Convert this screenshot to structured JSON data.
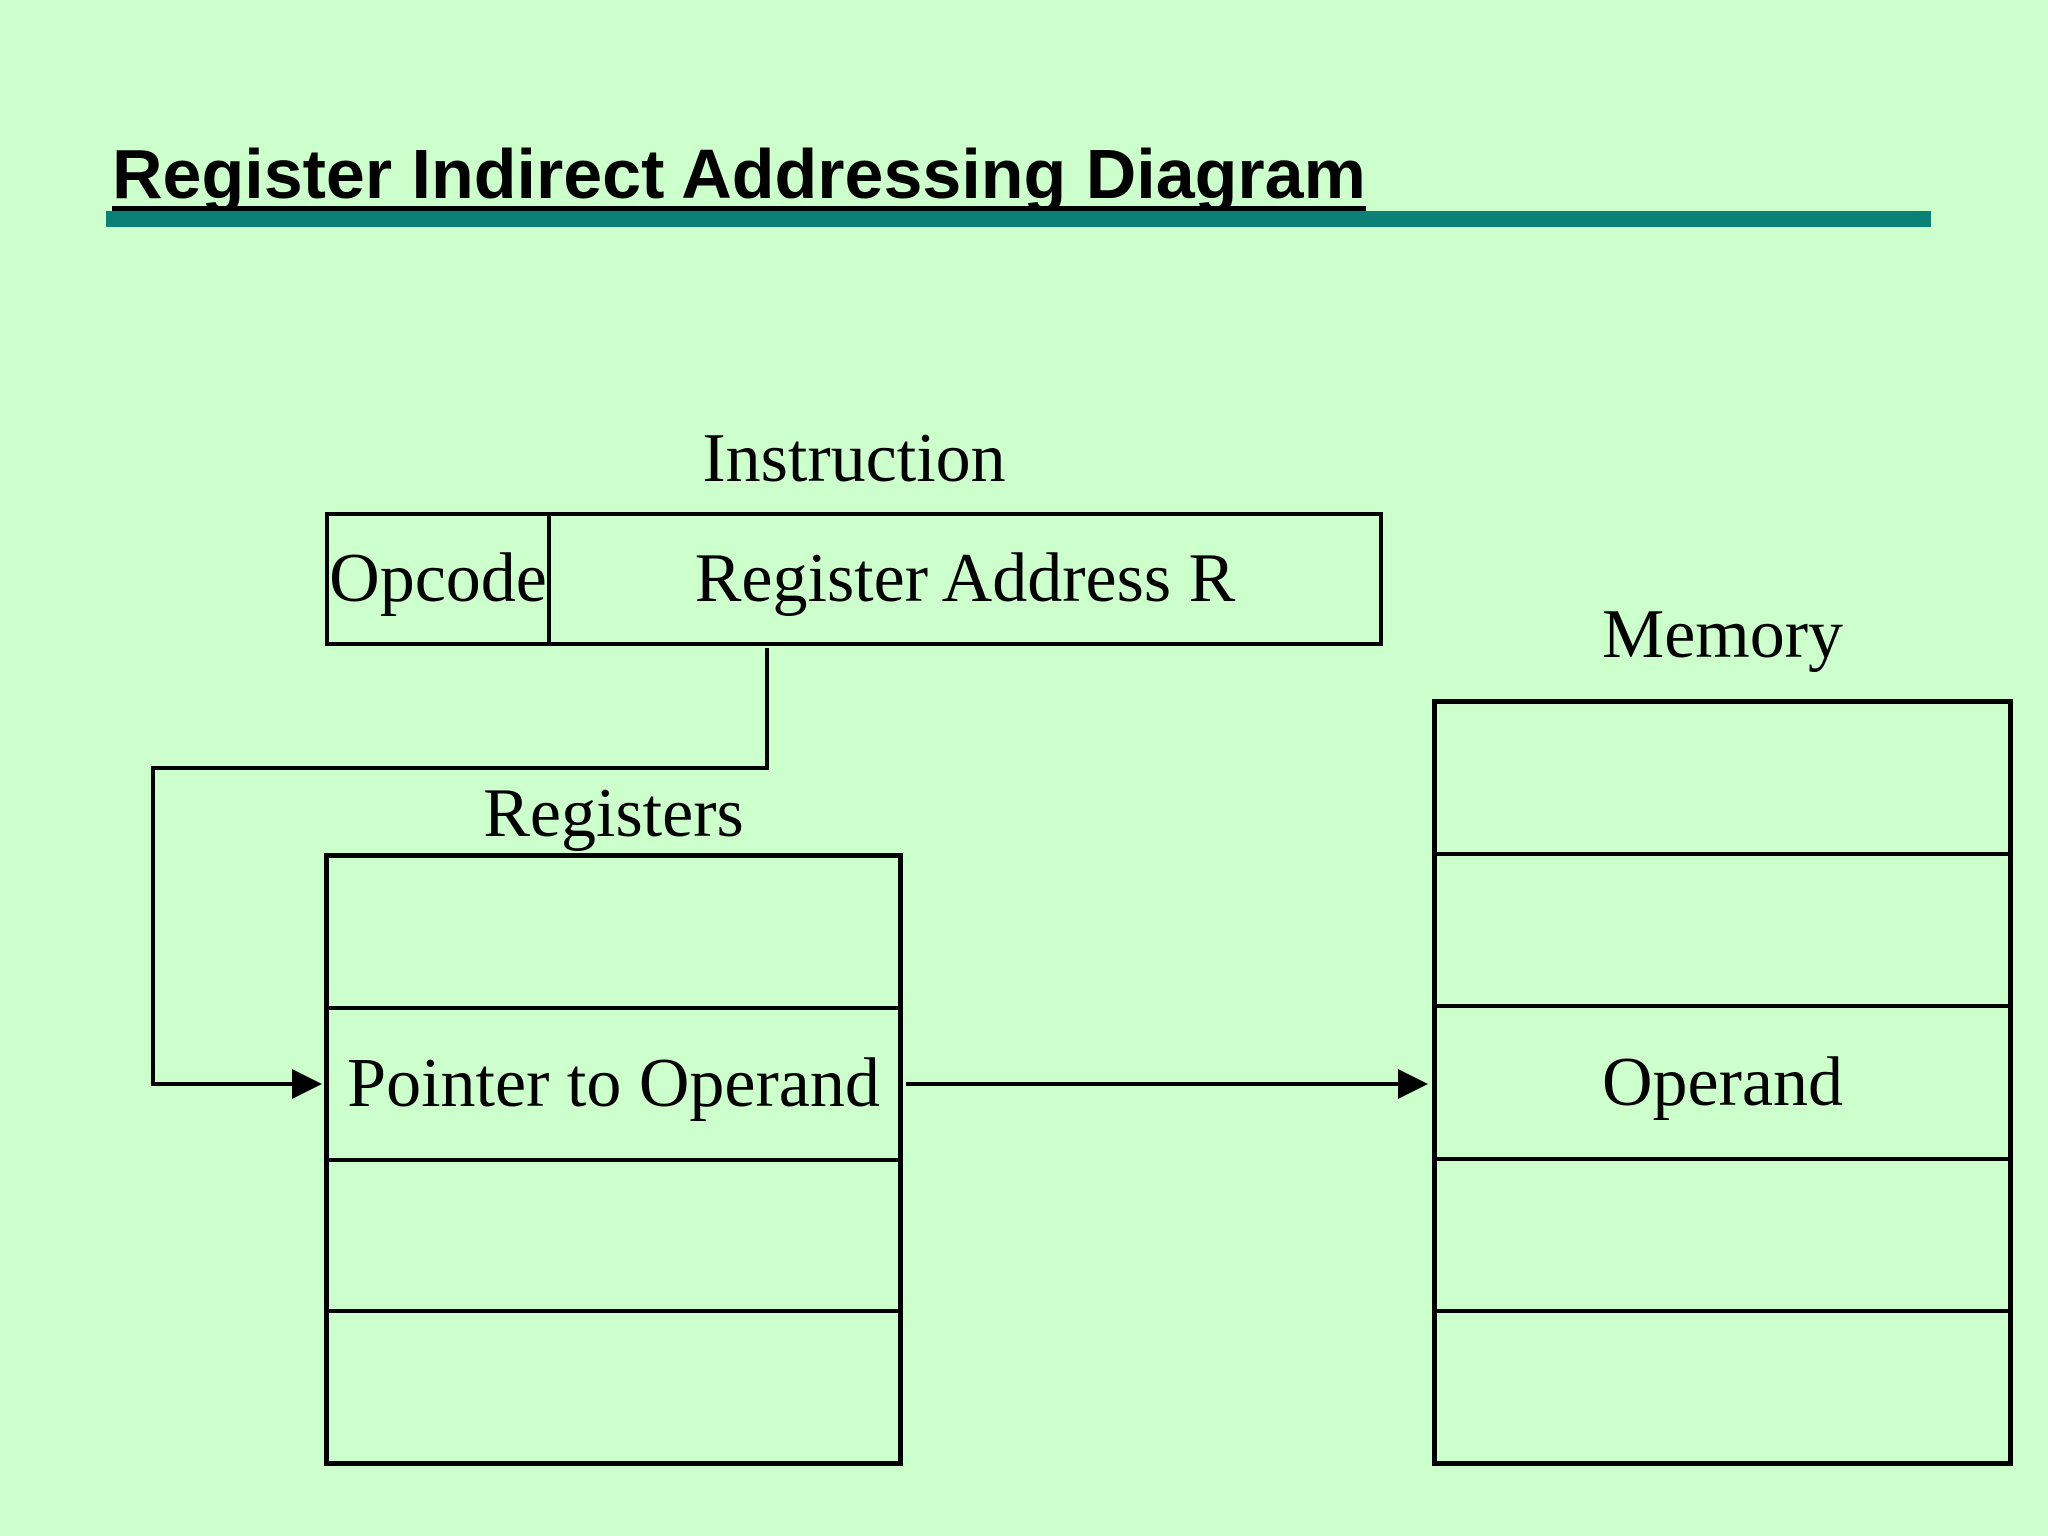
{
  "slide": {
    "title": "Register Indirect Addressing Diagram"
  },
  "diagram": {
    "instruction": {
      "label": "Instruction",
      "opcode": "Opcode",
      "register_address": "Register Address R"
    },
    "registers": {
      "label": "Registers",
      "rows": [
        {
          "label": ""
        },
        {
          "label": "Pointer to Operand"
        },
        {
          "label": ""
        },
        {
          "label": ""
        }
      ]
    },
    "memory": {
      "label": "Memory",
      "rows": [
        {
          "label": ""
        },
        {
          "label": ""
        },
        {
          "label": "Operand"
        },
        {
          "label": ""
        },
        {
          "label": ""
        }
      ]
    }
  },
  "colors": {
    "background": "#ccffcc",
    "accent_bar": "#0a8076",
    "line": "#000000"
  }
}
